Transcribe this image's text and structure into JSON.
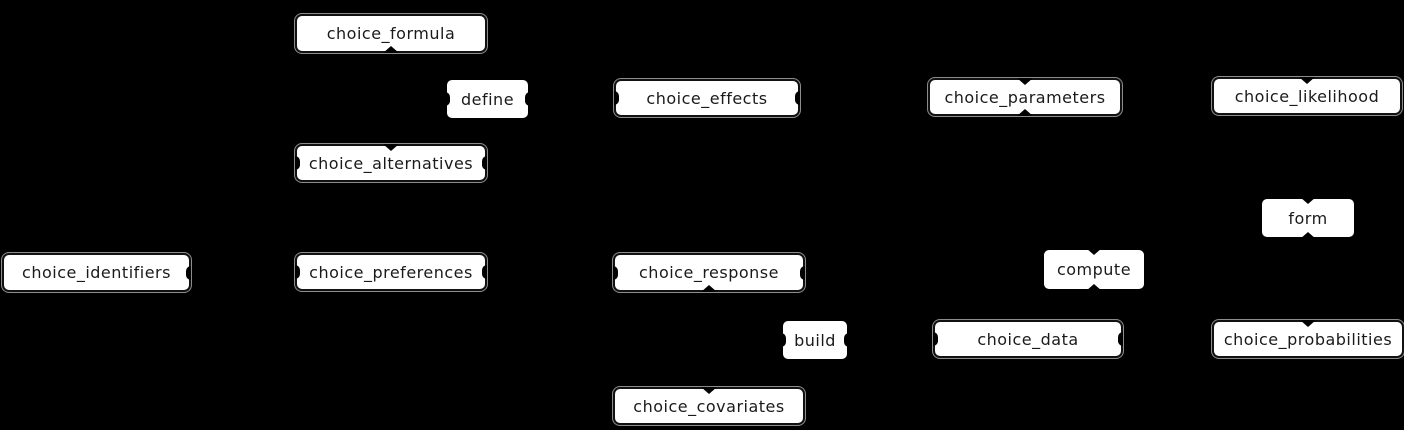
{
  "diagram": {
    "type": "graph",
    "colors": {
      "background": "#000000",
      "node_fill": "#ffffff",
      "node_border": "#111111",
      "text": "#1a1a1a"
    },
    "nodes": [
      {
        "id": "choice_formula",
        "label": "choice_formula"
      },
      {
        "id": "choice_effects",
        "label": "choice_effects"
      },
      {
        "id": "choice_parameters",
        "label": "choice_parameters"
      },
      {
        "id": "choice_likelihood",
        "label": "choice_likelihood"
      },
      {
        "id": "choice_alternatives",
        "label": "choice_alternatives"
      },
      {
        "id": "choice_identifiers",
        "label": "choice_identifiers"
      },
      {
        "id": "choice_preferences",
        "label": "choice_preferences"
      },
      {
        "id": "choice_response",
        "label": "choice_response"
      },
      {
        "id": "choice_data",
        "label": "choice_data"
      },
      {
        "id": "choice_probabilities",
        "label": "choice_probabilities"
      },
      {
        "id": "choice_covariates",
        "label": "choice_covariates"
      }
    ],
    "edge_labels": [
      {
        "id": "define",
        "label": "define"
      },
      {
        "id": "form",
        "label": "form"
      },
      {
        "id": "compute",
        "label": "compute"
      },
      {
        "id": "build",
        "label": "build"
      }
    ]
  }
}
